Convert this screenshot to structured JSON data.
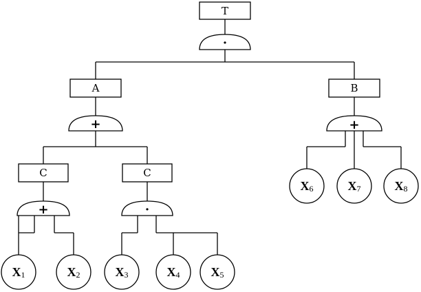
{
  "events": {
    "top": "T",
    "a": "A",
    "b": "B",
    "c1": "C",
    "c2": "C"
  },
  "gates": {
    "g_top": "·",
    "g_a": "+",
    "g_b": "+",
    "g_c1": "+",
    "g_c2": "·"
  },
  "basic_events": {
    "x1": {
      "base": "X",
      "sub": "1"
    },
    "x2": {
      "base": "X",
      "sub": "2"
    },
    "x3": {
      "base": "X",
      "sub": "3"
    },
    "x4": {
      "base": "X",
      "sub": "4"
    },
    "x5": {
      "base": "X",
      "sub": "5"
    },
    "x6": {
      "base": "X",
      "sub": "6"
    },
    "x7": {
      "base": "X",
      "sub": "7"
    },
    "x8": {
      "base": "X",
      "sub": "8"
    }
  }
}
